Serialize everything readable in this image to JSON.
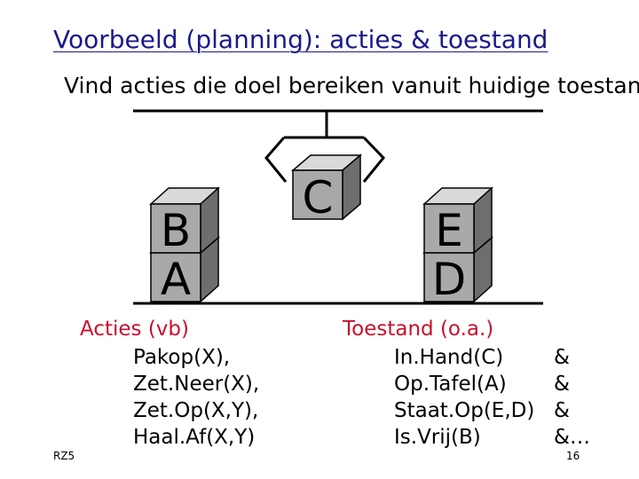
{
  "title": "Voorbeeld (planning): acties & toestand",
  "subtitle": "Vind acties die doel bereiken vanuit huidige toestand",
  "blocks": {
    "b": "B",
    "a": "A",
    "c": "C",
    "e": "E",
    "d": "D"
  },
  "colors": {
    "title": "#1a1a8c",
    "heading": "#c8102e",
    "block_front": "#a9a9a9",
    "block_top": "#d9d9d9",
    "block_side": "#6e6e6e"
  },
  "acties": {
    "heading": "Acties (vb)",
    "items": [
      "Pakop(X),",
      "Zet.Neer(X),",
      "Zet.Op(X,Y),",
      "Haal.Af(X,Y)"
    ]
  },
  "toestand": {
    "heading": "Toestand (o.a.)",
    "items": [
      "In.Hand(C)",
      "Op.Tafel(A)",
      "Staat.Op(E,D)",
      "Is.Vrij(B)"
    ],
    "connectors": [
      "&",
      "&",
      "&",
      "&"
    ],
    "ellipsis": "…"
  },
  "footer": {
    "label": "RZ5",
    "page": "16"
  }
}
